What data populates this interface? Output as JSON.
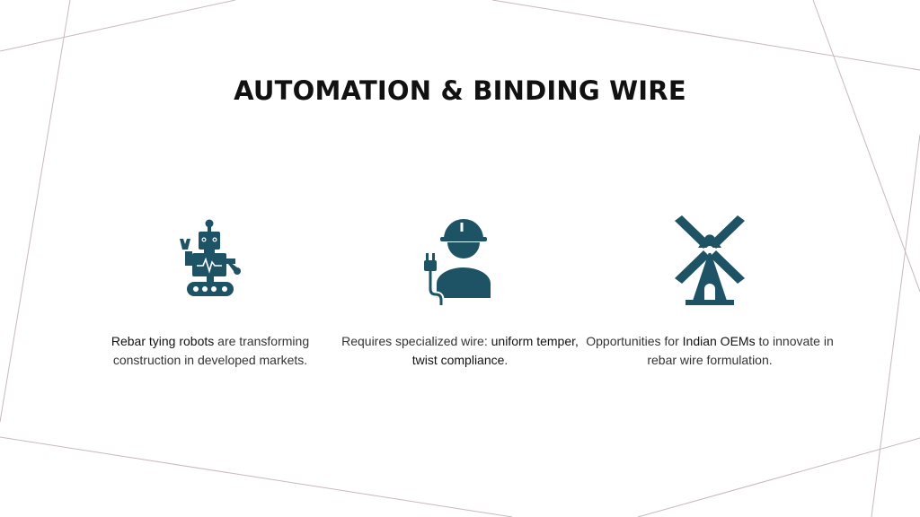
{
  "slide": {
    "title": "AUTOMATION & BINDING WIRE",
    "accent_color": "#1d5365",
    "line_color": "#c9b8bc"
  },
  "cards": [
    {
      "icon": "robot-icon",
      "hl1": "Rebar tying robots",
      "text1": " are transforming construction in developed markets.",
      "hl2": "",
      "text2": ""
    },
    {
      "icon": "worker-with-plug-icon",
      "text0": "Requires specialized wire: ",
      "hl1": "uniform temper, twist compliance",
      "text1": "."
    },
    {
      "icon": "windmill-icon",
      "text0": "Opportunities for ",
      "hl1": "Indian OEMs",
      "text1": " to innovate in rebar wire formulation."
    }
  ]
}
